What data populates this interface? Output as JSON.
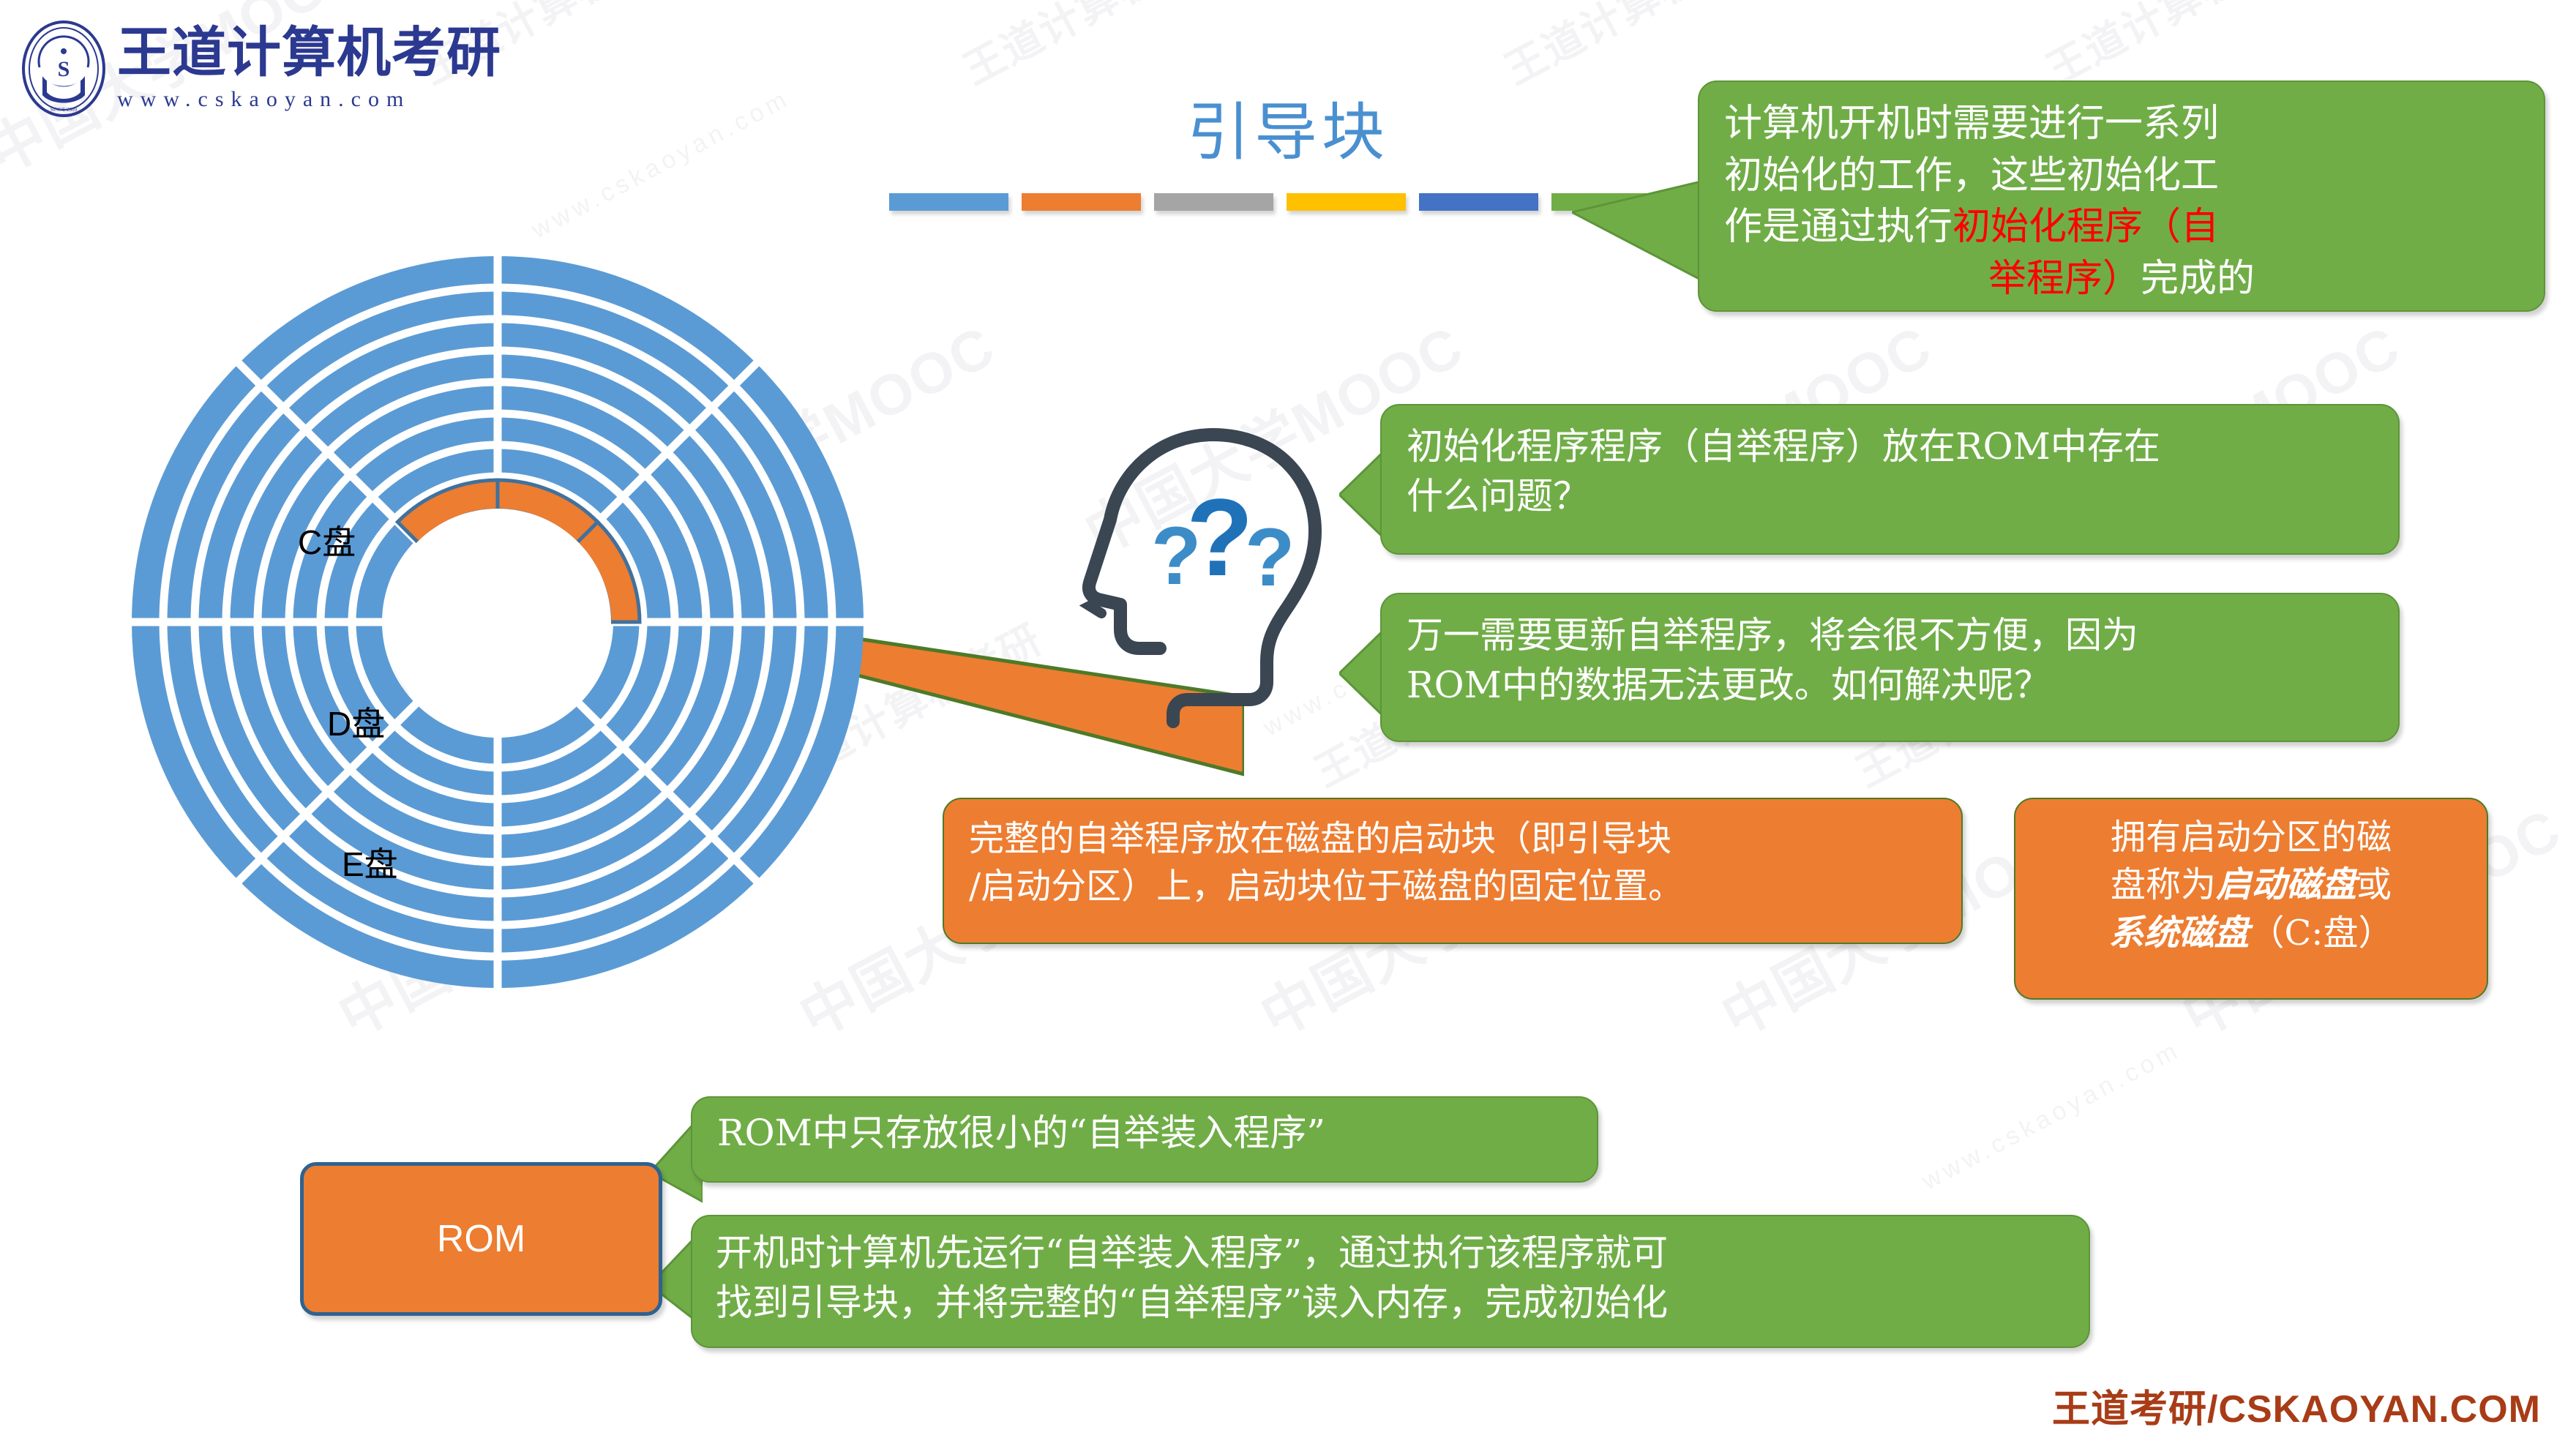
{
  "brand": {
    "logo_title": "王道计算机考研",
    "logo_url": "www.cskaoyan.com",
    "seal_icon": "wangdao-seal-icon"
  },
  "title": {
    "text": "引导块",
    "accent_bars": [
      "#5B9BD5",
      "#ED7D31",
      "#A5A5A5",
      "#FFC000",
      "#4472C4",
      "#70AD47"
    ]
  },
  "disk": {
    "labels": {
      "c": "C盘",
      "d": "D盘",
      "e": "E盘"
    },
    "track_color": "#5B9BD5",
    "boot_block_color": "#ED7D31",
    "ring_count": 8,
    "sector_count": 8
  },
  "callouts": {
    "boot_intro": {
      "color": "#70AD47",
      "line1": "计算机开机时需要进行一系列",
      "line2": "初始化的工作，这些初始化工",
      "line3_pre": "作是通过执行",
      "line3_red": "初始化程序（自",
      "line4_red": "举程序）",
      "line4_post": "完成的"
    },
    "question_rom": {
      "color": "#70AD47",
      "line1": "初始化程序程序（自举程序）放在ROM中存在",
      "line2": "什么问题？"
    },
    "question_update": {
      "color": "#70AD47",
      "line1": "万一需要更新自举程序，将会很不方便，因为",
      "line2": "ROM中的数据无法更改。如何解决呢？"
    },
    "boot_block_note": {
      "color": "#ED7D31",
      "line1": "完整的自举程序放在磁盘的启动块（即引导块",
      "line2": "/启动分区）上，启动块位于磁盘的固定位置。"
    },
    "boot_disk_note": {
      "color": "#ED7D31",
      "line1_pre": "拥有启动分区的磁",
      "line2_pre": "盘称为",
      "line2_ital": "启动磁盘",
      "line2_post": "或",
      "line3_ital": "系统磁盘",
      "line3_post": "（C:盘）"
    },
    "rom_small": {
      "color": "#70AD47",
      "line1": "ROM中只存放很小的“自举装入程序”"
    },
    "rom_boot": {
      "color": "#70AD47",
      "line1": "开机时计算机先运行“自举装入程序”，通过执行该程序就可",
      "line2": "找到引导块，并将完整的“自举程序”读入内存，完成初始化"
    }
  },
  "rom_box": {
    "label": "ROM",
    "fill": "#ED7D31",
    "border": "#2E6291"
  },
  "head_icon": {
    "name": "thinking-head-question-icon",
    "outline_color": "#3A4652",
    "question_color": "#1F72B8",
    "question_marks": "???"
  },
  "footer": {
    "text": "王道考研/CSKAOYAN.COM",
    "color": "#A83C17"
  },
  "watermarks": {
    "a": "中国大学MOOC",
    "b": "王道计算机考研",
    "c": "www.cskaoyan.com"
  }
}
